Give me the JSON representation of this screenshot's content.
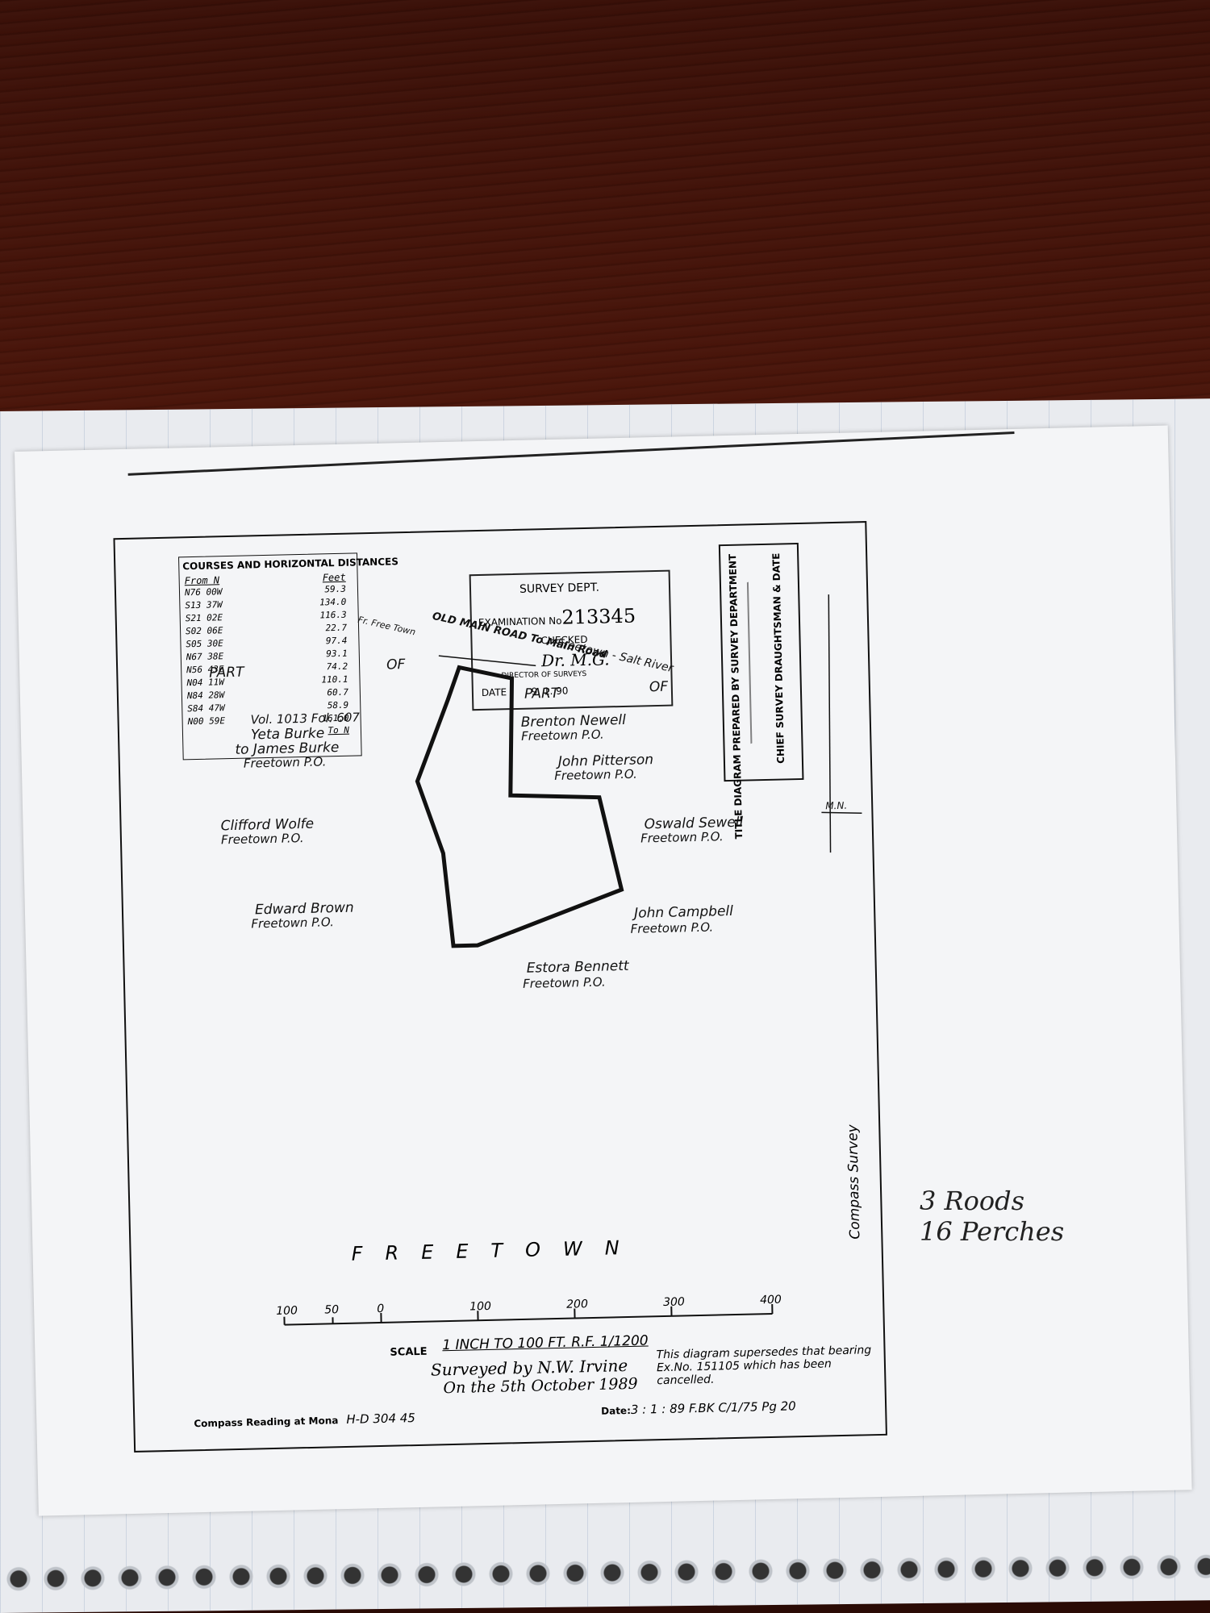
{
  "courses": {
    "title": "COURSES AND HORIZONTAL DISTANCES",
    "col_from": "From N",
    "col_feet": "Feet",
    "rows": [
      {
        "bearing": "N76 00W",
        "feet": "59.3"
      },
      {
        "bearing": "S13 37W",
        "feet": "134.0"
      },
      {
        "bearing": "S21 02E",
        "feet": "116.3"
      },
      {
        "bearing": "S02 06E",
        "feet": "22.7"
      },
      {
        "bearing": "S05 30E",
        "feet": "97.4"
      },
      {
        "bearing": "N67 38E",
        "feet": "93.1"
      },
      {
        "bearing": "N56 43E",
        "feet": "74.2"
      },
      {
        "bearing": "N04 11W",
        "feet": "110.1"
      },
      {
        "bearing": "N84 28W",
        "feet": "60.7"
      },
      {
        "bearing": "S84 47W",
        "feet": "58.9"
      },
      {
        "bearing": "N00 59E",
        "feet": "161.0"
      }
    ],
    "total": "To N"
  },
  "stamp": {
    "dept": "SURVEY  DEPT.",
    "exam_label": "EXAMINATION No",
    "exam_no": "213345",
    "checked": "CHECKED",
    "signature": "Dr. M.G.",
    "director": "DIRECTOR OF SURVEYS",
    "date_label": "DATE",
    "date_value": "9.   1.   90"
  },
  "vertical": {
    "left": "TITLE DIAGRAM PREPARED BY SURVEY DEPARTMENT",
    "right": "CHIEF SURVEY DRAUGHTSMAN & DATE"
  },
  "map": {
    "road": "OLD MAIN ROAD  To  Main Road",
    "road2": "Freetown - Salt River",
    "fr_free": "Fr. Free Town",
    "part_left": "PART",
    "of_left": "OF",
    "part_right": "PART",
    "of_right": "OF",
    "vol": "Vol. 1013  Fol. 607",
    "yeta": "Yeta      Burke",
    "james": "to James  Burke",
    "yeta_loc": "Freetown         P.O.",
    "brenton": "Brenton       Newell",
    "brenton_loc": "Freetown              P.O.",
    "john_p": "John        Pitterson",
    "john_p_loc": "Freetown              P.O.",
    "clifford": "Clifford          Wolfe",
    "clifford_loc": "Freetown            P.O.",
    "oswald": "Oswald        Sewell",
    "oswald_loc": "Freetown             P.O.",
    "edward": "Edward         Brown",
    "edward_loc": "Freetown           P.O.",
    "john_c": "John      Campbell",
    "john_c_loc": "Freetown           P.O.",
    "estora": "Estora       Bennett",
    "estora_loc": "Freetown            P.O.",
    "mn": "M.N."
  },
  "freetown": "FREETOWN",
  "scale": {
    "ticks": [
      "100",
      "50",
      "0",
      "100",
      "200",
      "300",
      "400"
    ],
    "label": "SCALE",
    "value": "1 INCH TO 100 FT.  R.F. 1/1200"
  },
  "surveyed": {
    "line1": "Surveyed by N.W. Irvine",
    "line2": "On the 5th October 1989"
  },
  "note": "This diagram supersedes that bearing Ex.No. 151105 which has been cancelled.",
  "compass_reading": {
    "label": "Compass Reading at Mona",
    "value": "H-D 304  45"
  },
  "date_line": {
    "label": "Date:",
    "value": "3 : 1 : 89  F.BK C/1/75  Pg 20"
  },
  "compass_survey": "Compass  Survey",
  "margin_note": {
    "line1": "3 Roods",
    "line2": "16 Perches"
  }
}
